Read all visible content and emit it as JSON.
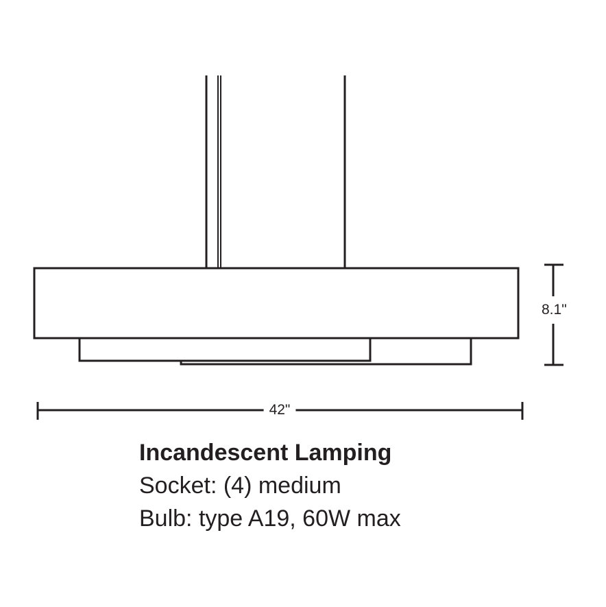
{
  "dimensions": {
    "height_label": "8.1\"",
    "width_label": "42\""
  },
  "specs": {
    "title": "Incandescent Lamping",
    "socket": "Socket: (4) medium",
    "bulb": "Bulb: type A19, 60W max"
  }
}
